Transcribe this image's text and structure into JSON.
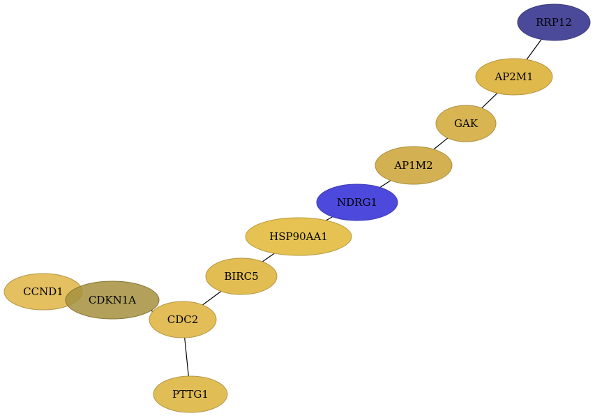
{
  "nodes": [
    {
      "id": "RRP12",
      "label": "RRP12",
      "fill": "#4b4a9a"
    },
    {
      "id": "AP2M1",
      "label": "AP2M1",
      "fill": "#e0b94c"
    },
    {
      "id": "GAK",
      "label": "GAK",
      "fill": "#d8b453"
    },
    {
      "id": "AP1M2",
      "label": "AP1M2",
      "fill": "#d3b152"
    },
    {
      "id": "NDRG1",
      "label": "NDRG1",
      "fill": "#4d49dc"
    },
    {
      "id": "HSP90AA1",
      "label": "HSP90AA1",
      "fill": "#e5c251"
    },
    {
      "id": "BIRC5",
      "label": "BIRC5",
      "fill": "#e2bd52"
    },
    {
      "id": "CCND1",
      "label": "CCND1",
      "fill": "#e3bd57"
    },
    {
      "id": "CDKN1A",
      "label": "CDKN1A",
      "fill": "#a6913e"
    },
    {
      "id": "CDC2",
      "label": "CDC2",
      "fill": "#e2bd58"
    },
    {
      "id": "PTTG1",
      "label": "PTTG1",
      "fill": "#e1bd55"
    }
  ],
  "edges": [
    {
      "source": "RRP12",
      "target": "AP2M1"
    },
    {
      "source": "AP2M1",
      "target": "GAK"
    },
    {
      "source": "GAK",
      "target": "AP1M2"
    },
    {
      "source": "AP1M2",
      "target": "NDRG1"
    },
    {
      "source": "NDRG1",
      "target": "HSP90AA1"
    },
    {
      "source": "HSP90AA1",
      "target": "BIRC5"
    },
    {
      "source": "BIRC5",
      "target": "CDC2"
    },
    {
      "source": "CCND1",
      "target": "CDKN1A"
    },
    {
      "source": "CDKN1A",
      "target": "CDC2"
    },
    {
      "source": "CDC2",
      "target": "PTTG1"
    }
  ]
}
